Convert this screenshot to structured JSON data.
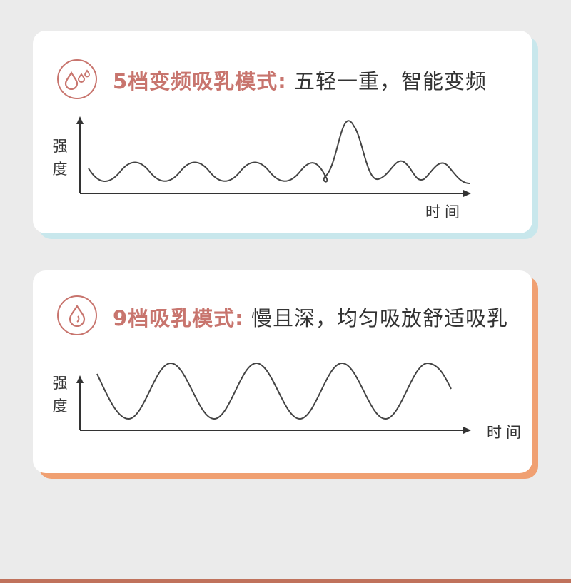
{
  "cards": [
    {
      "title_accent": "5档变频吸乳模式:",
      "title_rest": " 五轻一重，智能变频",
      "ylabel": "强\n度",
      "xlabel": "时间",
      "shadow_color": "#c8e7ec",
      "icon": "three-droplets-icon"
    },
    {
      "title_accent": "9档吸乳模式:",
      "title_rest": " 慢且深，均匀吸放舒适吸乳",
      "ylabel": "强\n度",
      "xlabel": "时间",
      "shadow_color": "#f0a072",
      "icon": "single-droplet-icon"
    }
  ],
  "colors": {
    "accent": "#c8756e",
    "text": "#333333",
    "background": "#ebebeb"
  }
}
